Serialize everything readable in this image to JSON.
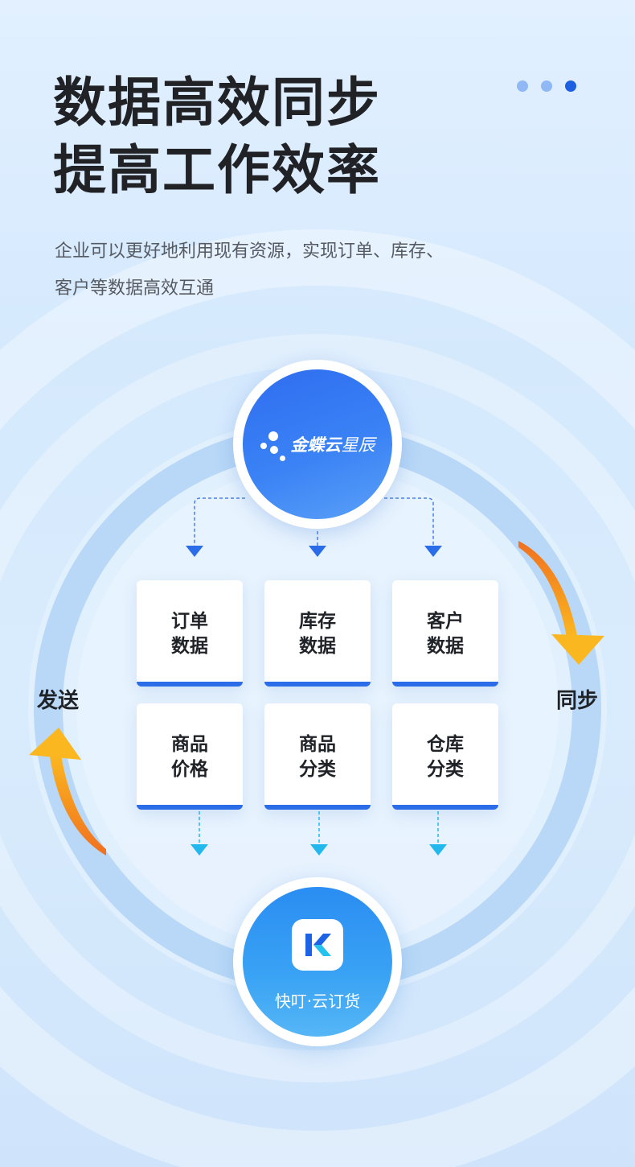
{
  "header": {
    "title_line1": "数据高效同步",
    "title_line2": "提高工作效率",
    "subtitle_line1": "企业可以更好地利用现有资源，实现订单、库存、",
    "subtitle_line2": "客户等数据高效互通"
  },
  "pager": {
    "dots": [
      "inactive",
      "inactive",
      "active"
    ],
    "colors": {
      "inactive": "#8fb8f5",
      "active": "#1c5fe0"
    }
  },
  "source": {
    "brand_bold": "金蝶云",
    "brand_thin": "星辰"
  },
  "data_cards": [
    {
      "line1": "订单",
      "line2": "数据"
    },
    {
      "line1": "库存",
      "line2": "数据"
    },
    {
      "line1": "客户",
      "line2": "数据"
    },
    {
      "line1": "商品",
      "line2": "价格"
    },
    {
      "line1": "商品",
      "line2": "分类"
    },
    {
      "line1": "仓库",
      "line2": "分类"
    }
  ],
  "flow": {
    "left_label": "发送",
    "right_label": "同步"
  },
  "target": {
    "app_name": "快叮·云订货",
    "icon": "k-logo-icon"
  },
  "colors": {
    "accent_blue": "#2b6ce8",
    "arrow_orange": "#f5a623",
    "arrow_cyan": "#22b8ee"
  }
}
